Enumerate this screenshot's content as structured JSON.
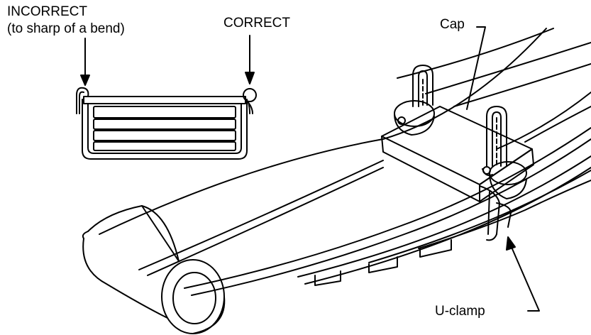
{
  "labels": {
    "incorrect": "INCORRECT",
    "incorrect_note": "(to sharp of a bend)",
    "correct": "CORRECT",
    "cap": "Cap",
    "u_clamp": "U-clamp"
  },
  "colors": {
    "ink": "#000000",
    "paper": "#ffffff"
  }
}
